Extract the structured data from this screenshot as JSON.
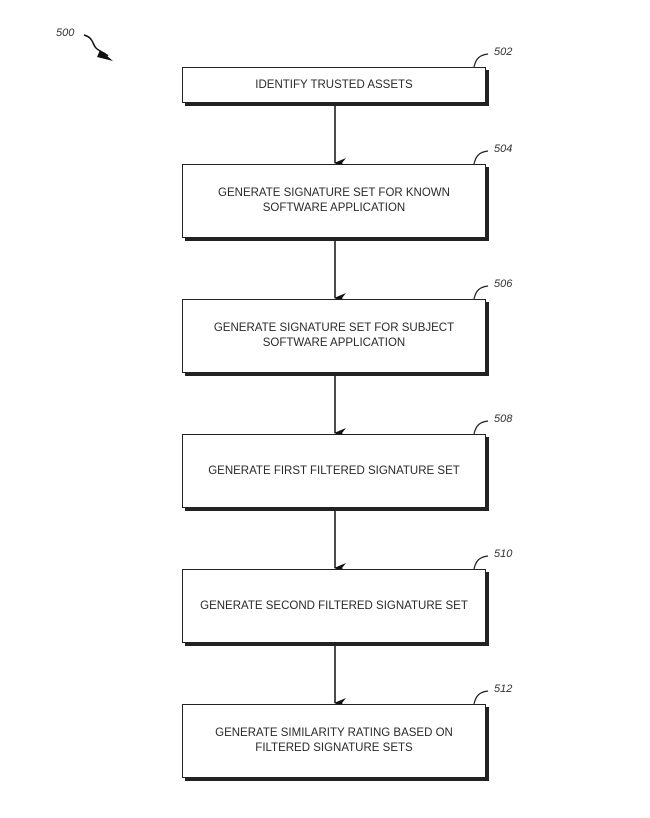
{
  "figure": {
    "label": "500",
    "steps": [
      {
        "ref": "502",
        "text": "IDENTIFY TRUSTED ASSETS"
      },
      {
        "ref": "504",
        "text": "GENERATE SIGNATURE SET FOR KNOWN SOFTWARE APPLICATION"
      },
      {
        "ref": "506",
        "text": "GENERATE SIGNATURE SET FOR SUBJECT SOFTWARE APPLICATION"
      },
      {
        "ref": "508",
        "text": "GENERATE FIRST FILTERED SIGNATURE SET"
      },
      {
        "ref": "510",
        "text": "GENERATE SECOND FILTERED SIGNATURE SET"
      },
      {
        "ref": "512",
        "text": "GENERATE SIMILARITY RATING BASED ON FILTERED SIGNATURE SETS"
      }
    ]
  }
}
